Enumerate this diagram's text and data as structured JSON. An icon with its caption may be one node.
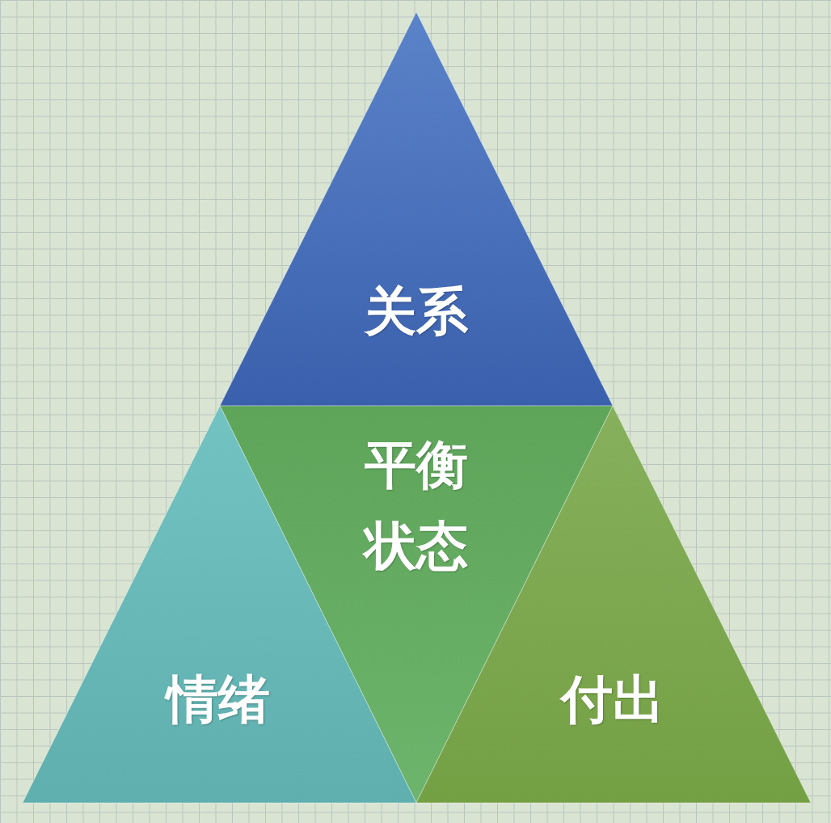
{
  "diagram": {
    "nodes": [
      {
        "text": [
          "关系"
        ]
      },
      {
        "text": [
          "平衡状态"
        ]
      },
      {
        "text": [
          "情绪"
        ]
      },
      {
        "text": [
          "付出"
        ]
      }
    ]
  }
}
